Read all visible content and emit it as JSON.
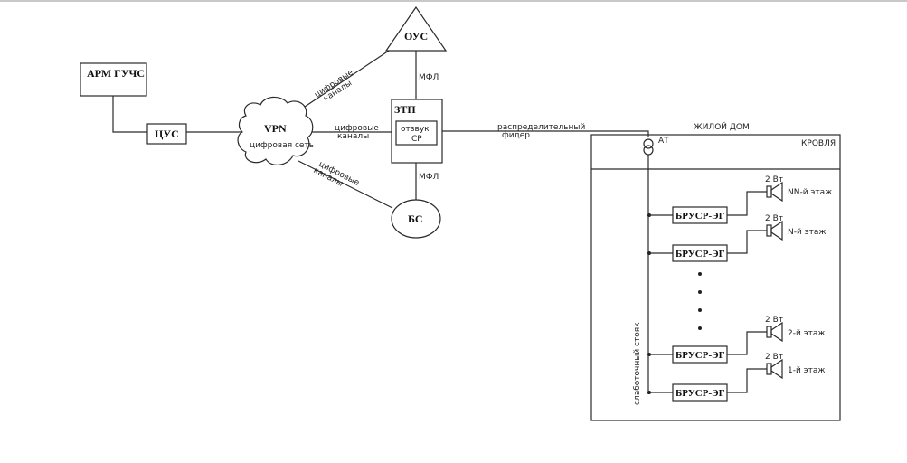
{
  "diagram": {
    "nodes": {
      "arm": "АРМ ГУЧС",
      "cus": "ЦУС",
      "vpn_title": "VPN",
      "vpn_sub": "цифровая сеть",
      "ous": "ОУС",
      "ztp": "ЗТП",
      "ztp_inner_1": "отзвук",
      "ztp_inner_2": "СР",
      "bs": "БС",
      "at": "АТ"
    },
    "links": {
      "digital_channels_1": "цифровые",
      "digital_channels_2": "каналы",
      "mfl": "МФЛ",
      "feeder_1": "распределительный",
      "feeder_2": "фидер"
    },
    "building": {
      "title": "ЖИЛОЙ ДОМ",
      "roof": "КРОВЛЯ",
      "riser": "слаботочный стояк",
      "device": "БРУСР-ЭГ",
      "floors": [
        {
          "power": "2 Вт",
          "label": "NN-й этаж"
        },
        {
          "power": "2 Вт",
          "label": "N-й этаж"
        },
        {
          "power": "2 Вт",
          "label": "2-й этаж"
        },
        {
          "power": "2 Вт",
          "label": "1-й этаж"
        }
      ]
    }
  }
}
